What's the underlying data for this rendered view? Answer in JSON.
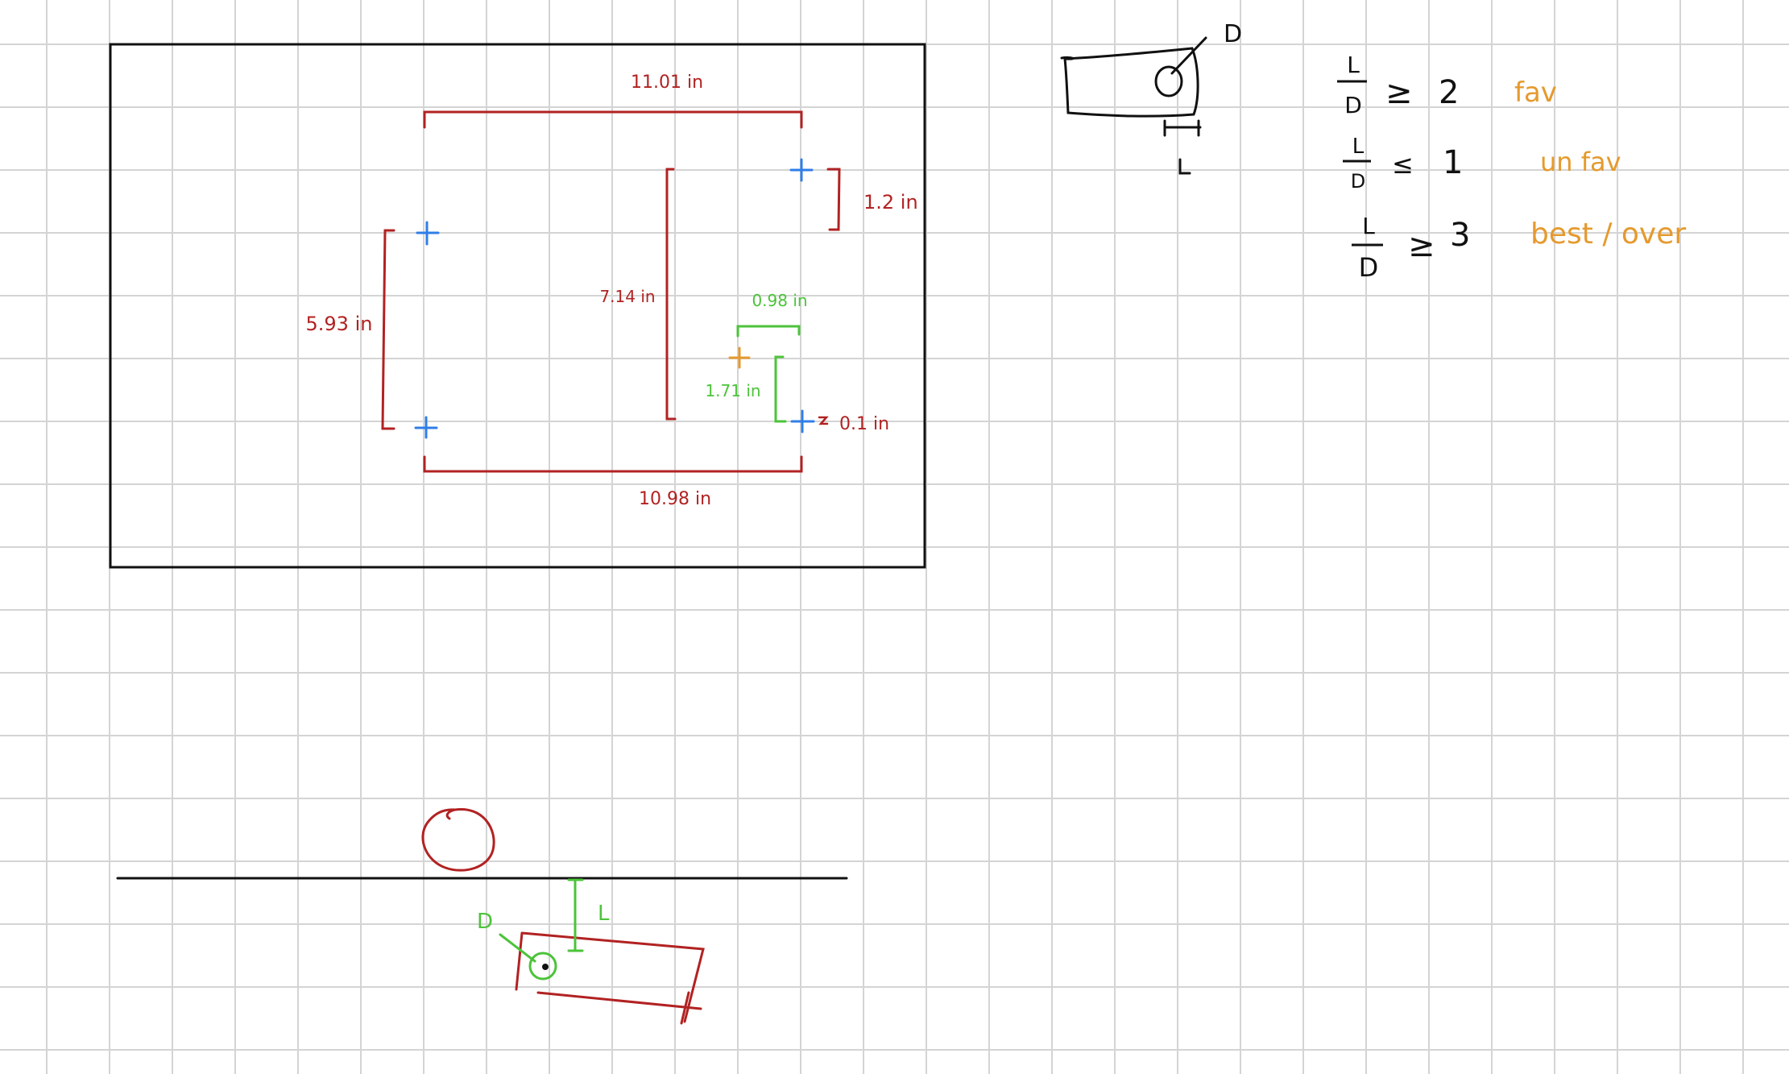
{
  "colors": {
    "grid": "#d4d4d4",
    "black": "#111111",
    "red": "#b22222",
    "blue": "#2f7ee8",
    "green": "#4cc33a",
    "orange": "#e59a2e"
  },
  "board": {
    "top_dim": "11.01 in",
    "bottom_dim": "10.98 in",
    "left_dim": "5.93 in",
    "center_dim": "7.14 in",
    "right_dim": "1.2 in",
    "green_horizontal": "0.98 in",
    "green_vertical": "1.71 in",
    "offset_dim": "0.1 in"
  },
  "hole_sketch": {
    "diameter_label": "D",
    "length_label": "L"
  },
  "ratios": [
    {
      "num": "L",
      "den": "D",
      "op": "≥",
      "val": "2",
      "note": "fav"
    },
    {
      "num": "L",
      "den": "D",
      "op": "≤",
      "val": "1",
      "note": "un fav"
    },
    {
      "num": "L",
      "den": "D",
      "op": "≥",
      "val": "3",
      "note": "best / over"
    }
  ],
  "side_view": {
    "diameter_label": "D",
    "length_label": "L"
  }
}
